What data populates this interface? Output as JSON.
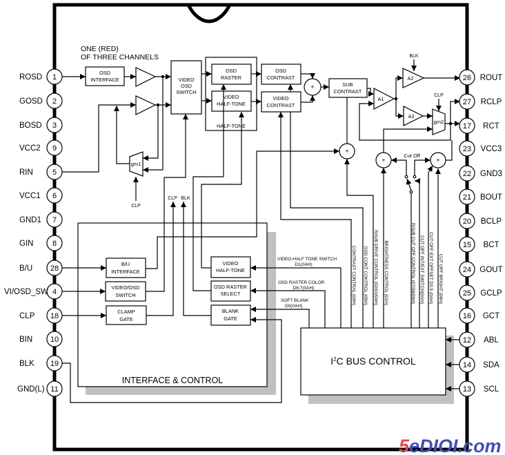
{
  "diagram": {
    "note_line1": "ONE (RED)",
    "note_line2": "OF THREE CHANNELS",
    "pins_left": [
      {
        "number": "1",
        "label": "ROSD"
      },
      {
        "number": "2",
        "label": "GOSD"
      },
      {
        "number": "3",
        "label": "BOSD"
      },
      {
        "number": "9",
        "label": "VCC2"
      },
      {
        "number": "5",
        "label": "RIN"
      },
      {
        "number": "6",
        "label": "VCC1"
      },
      {
        "number": "7",
        "label": "GND1"
      },
      {
        "number": "8",
        "label": "GIN"
      },
      {
        "number": "28",
        "label": "B/U"
      },
      {
        "number": "4",
        "label": "VI/OSD_SW"
      },
      {
        "number": "18",
        "label": "CLP"
      },
      {
        "number": "10",
        "label": "BIN"
      },
      {
        "number": "19",
        "label": "BLK"
      },
      {
        "number": "11",
        "label": "GND(L)"
      }
    ],
    "pins_right": [
      {
        "number": "26",
        "label": "ROUT"
      },
      {
        "number": "27",
        "label": "RCLP"
      },
      {
        "number": "17",
        "label": "RCT"
      },
      {
        "number": "23",
        "label": "VCC3"
      },
      {
        "number": "22",
        "label": "GND3"
      },
      {
        "number": "21",
        "label": "BOUT"
      },
      {
        "number": "20",
        "label": "BCLP"
      },
      {
        "number": "15",
        "label": "BCT"
      },
      {
        "number": "24",
        "label": "GOUT"
      },
      {
        "number": "25",
        "label": "GCLP"
      },
      {
        "number": "16",
        "label": "GCT"
      },
      {
        "number": "12",
        "label": "ABL"
      },
      {
        "number": "14",
        "label": "SDA"
      },
      {
        "number": "13",
        "label": "SCL"
      }
    ],
    "blocks": {
      "osd_interface": [
        "OSD",
        "INTERFACE"
      ],
      "video_osd_switch": [
        "VIDEO",
        "OSD",
        "SWITCH"
      ],
      "half_tone_group": "HALF-TONE",
      "osd_raster": [
        "OSD",
        "RASTER"
      ],
      "video_half_tone": [
        "VIDEO",
        "HALF-TONE"
      ],
      "osd_contrast": [
        "OSD",
        "CONTRAST"
      ],
      "video_contrast": [
        "VIDEO",
        "CONTRAST"
      ],
      "sub_contrast": [
        "SUB",
        "CONTRAST"
      ],
      "bu_interface": [
        "B/U",
        "INTERFACE"
      ],
      "video_osd_switch_ctrl": [
        "VIDEO/OSD",
        "SWITCH"
      ],
      "clamp_gate": [
        "CLAMP",
        "GATE"
      ],
      "video_half_tone_ctrl": [
        "VIDEO",
        "HALF-TONE"
      ],
      "osd_raster_select": [
        "OSD RASTER",
        "SELECT"
      ],
      "blank_gate": [
        "BLANK",
        "GATE"
      ],
      "interface_control": "INTERFACE & CONTROL",
      "i2c": {
        "prefix": "I",
        "superscript": "2",
        "suffix": "C BUS CONTROL"
      }
    },
    "amplifiers": {
      "a1": "A1",
      "a2": "A2",
      "a3": "A3",
      "gm1": "gm1",
      "gm2": "gm2"
    },
    "adder_symbol": "+",
    "signals": {
      "blk_a2": "BLK",
      "clp_gm2": "CLP",
      "clp_gm1": "CLP",
      "clp_gate_out": "CLP",
      "blk_gate_out": "BLK",
      "cut_off": "Cut Off"
    },
    "register_labels_horizontal": [
      {
        "name": "VIDEO-HALF TONE SWITCH",
        "reg": "D1(0AH)"
      },
      {
        "name": "OSD RASTER COLOR",
        "reg": "D6:7(0AH)"
      },
      {
        "name": "SOFT BLANK",
        "reg": "D0(0AH)"
      }
    ],
    "register_labels_vertical": [
      "CONTRAST CONTRAL (00H)",
      "OSD CONT CONTROL (05H)",
      "R/G/B DRIVE CONTROL (02/03/04H)",
      "BRIGHTNESS CONTROL (01H)",
      "R/G/B CUT OFF CONTROL (07/08/09H)",
      "CUT OFF INT/EXT SWITCH(0AH)",
      "CUT OFF EXT OFFSET D3.5 (0AH)",
      "CUT OFF BRIGHT (06H)"
    ]
  },
  "colors": {
    "shadow": "#c0c0c0",
    "watermark_red": "#e04858",
    "watermark_blue": "#3f4fb8"
  },
  "watermark": {
    "digit": "5",
    "text": "eDIOI.com"
  }
}
